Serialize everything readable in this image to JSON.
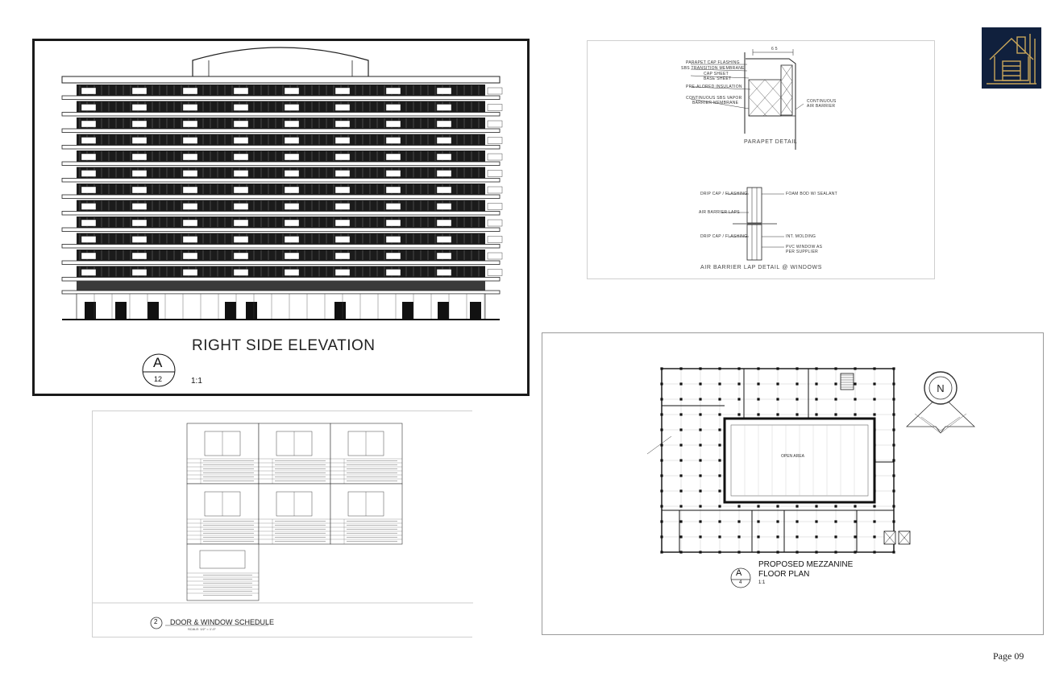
{
  "elevation": {
    "title": "RIGHT SIDE ELEVATION",
    "tag_letter": "A",
    "tag_number": "12",
    "scale": "1:1"
  },
  "parapet": {
    "title": "PARAPET DETAIL",
    "labels": [
      "PARAPET CAP FLASHING",
      "SBS TRANSITION MEMBRANE",
      "CAP SHEET",
      "BASE SHEET",
      "PRE-ALORED INSULATION",
      "CONTINUOUS SBS VAPOR",
      "BARRIER MEMBRANE"
    ],
    "right_label_1": "CONTINUOUS",
    "right_label_2": "AIR BARRIER",
    "dim": "6 5",
    "lap_title": "AIR BARRIER LAP DETAIL @ WINDOWS",
    "lap_left": [
      "DRIP CAP / FLASHING",
      "AIR BARRIER LAPS",
      "DRIP CAP / FLASHING"
    ],
    "lap_right": [
      "FOAM BOD W/ SEALANT",
      "INT. MOLDING",
      "PVC WINDOW AS",
      "PER SUPPLIER"
    ]
  },
  "schedule": {
    "tag_number": "2",
    "title": "DOOR & WINDOW SCHEDULE",
    "scale": "SCALE: 1/2\" = 1'-0\""
  },
  "mezzanine": {
    "title_line1": "PROPOSED MEZZANINE",
    "title_line2": "FLOOR PLAN",
    "tag_letter": "A",
    "tag_number": "4",
    "scale": "1:1",
    "open_area": "OPEN AREA",
    "north": "N"
  },
  "page": {
    "number": "Page 09"
  },
  "colors": {
    "logo_bg": "#10203d",
    "logo_gold": "#c9a65a"
  }
}
